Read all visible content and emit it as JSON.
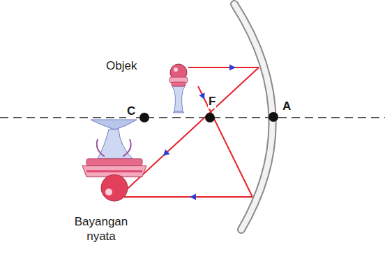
{
  "diagram": {
    "labels": [
      "Objek",
      "C",
      "F",
      "A",
      "Bayangan nyata"
    ]
  }
}
